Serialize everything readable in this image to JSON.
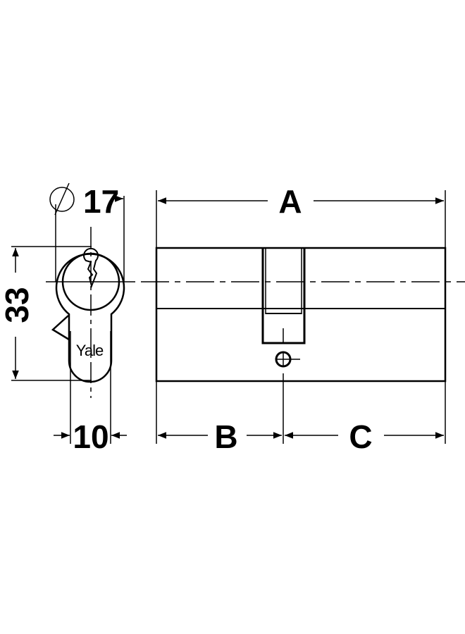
{
  "labels": {
    "diameter": "17",
    "height": "33",
    "width": "10",
    "length_total": "A",
    "length_b": "B",
    "length_c": "C",
    "brand": "Yale"
  },
  "colors": {
    "line": "#000000",
    "background": "#ffffff"
  }
}
